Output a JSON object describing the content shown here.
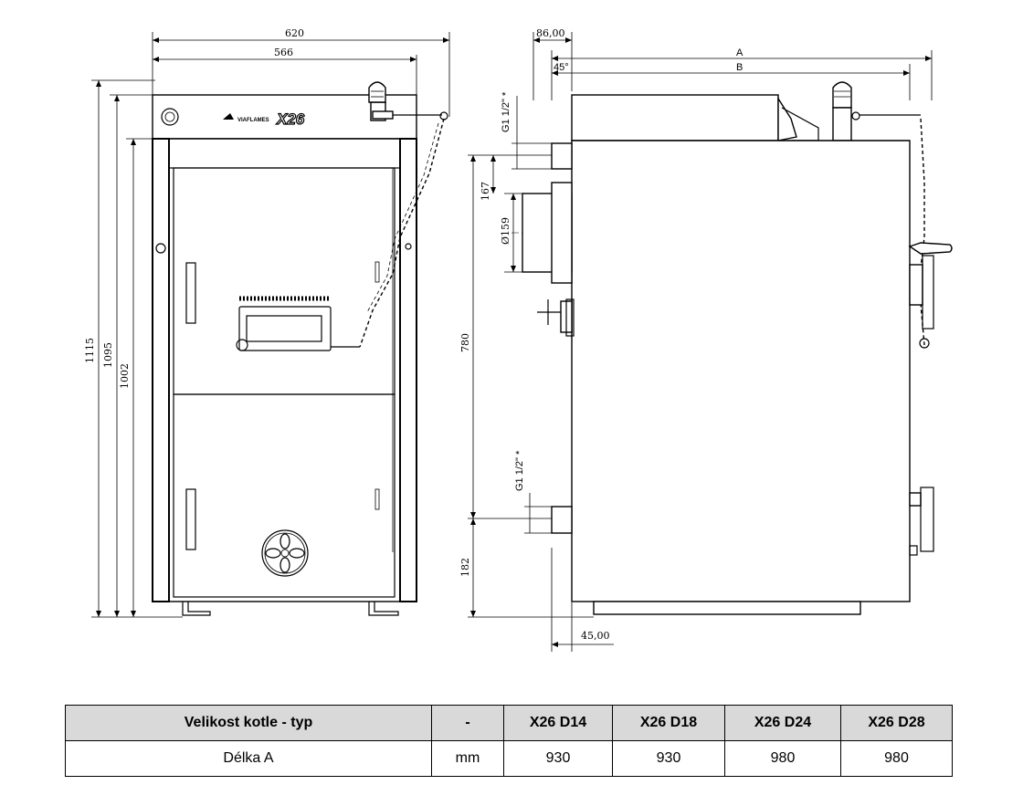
{
  "logo": {
    "brand": "VIAFLAMES",
    "model": "X26"
  },
  "front_view": {
    "dims": {
      "width_total": "620",
      "width_body": "566",
      "h_total": "1115",
      "h_1": "1095",
      "h_2": "1002"
    }
  },
  "side_view": {
    "dims": {
      "top_offset": "86,00",
      "len_a": "A",
      "len_b": "B",
      "angle": "45°",
      "g_top": "G1 1/2\" *",
      "d_167": "167",
      "d_flue": "Ø159",
      "d_780": "780",
      "g_bottom": "G1 1/2\" *",
      "d_182": "182",
      "bottom_offset": "45,00"
    }
  },
  "table": {
    "headers": [
      "Velikost kotle - typ",
      "-",
      "X26 D14",
      "X26 D18",
      "X26 D24",
      "X26 D28"
    ],
    "row": [
      "Délka A",
      "mm",
      "930",
      "930",
      "980",
      "980"
    ]
  },
  "colors": {
    "header_bg": "#d9d9d9",
    "line": "#000000"
  }
}
